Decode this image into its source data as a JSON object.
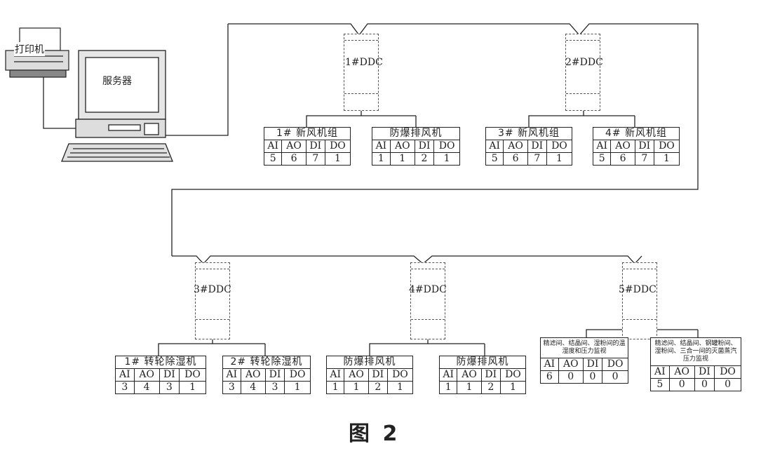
{
  "top_dots": "",
  "printer": {
    "label": "打印机"
  },
  "server": {
    "label": "服务器"
  },
  "ddc": [
    {
      "label": "1#DDC"
    },
    {
      "label": "2#DDC"
    },
    {
      "label": "3#DDC"
    },
    {
      "label": "4#DDC"
    },
    {
      "label": "5#DDC"
    }
  ],
  "io_headers": [
    "AI",
    "AO",
    "DI",
    "DO"
  ],
  "devices": [
    {
      "name": "1# 新风机组",
      "values": [
        "5",
        "6",
        "7",
        "1"
      ]
    },
    {
      "name": "防爆排风机",
      "values": [
        "1",
        "1",
        "2",
        "1"
      ]
    },
    {
      "name": "3# 新风机组",
      "values": [
        "5",
        "6",
        "7",
        "1"
      ]
    },
    {
      "name": "4# 新风机组",
      "values": [
        "5",
        "6",
        "7",
        "1"
      ]
    },
    {
      "name": "1# 转轮除湿机",
      "values": [
        "3",
        "4",
        "3",
        "1"
      ]
    },
    {
      "name": "2# 转轮除湿机",
      "values": [
        "3",
        "4",
        "3",
        "1"
      ]
    },
    {
      "name": "防爆排风机",
      "values": [
        "1",
        "1",
        "2",
        "1"
      ]
    },
    {
      "name": "防爆排风机",
      "values": [
        "1",
        "1",
        "2",
        "1"
      ]
    },
    {
      "name": "精滤间、结晶间、湿粉间的温湿度和压力监视",
      "values": [
        "6",
        "0",
        "0",
        "0"
      ]
    },
    {
      "name": "精滤间、结晶间、钢罐粉间、湿粉间、三合一间的灭菌蒸汽压力监视",
      "values": [
        "5",
        "0",
        "0",
        "0"
      ]
    }
  ],
  "caption": "图 2"
}
